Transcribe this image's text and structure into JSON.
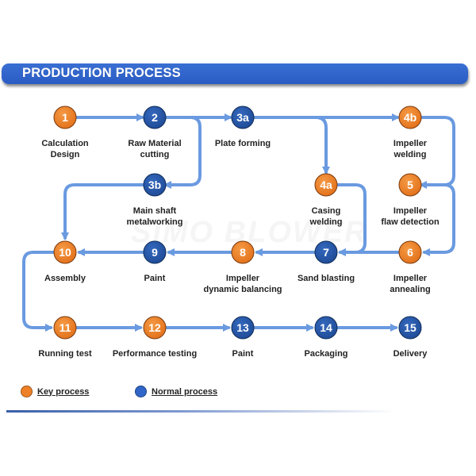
{
  "header": {
    "title": "PRODUCTION PROCESS"
  },
  "watermark": "SIMO BLOWER",
  "colors": {
    "key": "#ee8127",
    "normal": "#2a58a8",
    "arrow": "#6a9ae0",
    "header": "#2f62c9"
  },
  "nodes": {
    "n1": {
      "id": "1",
      "type": "key",
      "label_lines": [
        "Calculation",
        "Design"
      ]
    },
    "n2": {
      "id": "2",
      "type": "normal",
      "label_lines": [
        "Raw Material",
        "cutting"
      ]
    },
    "n3a": {
      "id": "3a",
      "type": "normal",
      "label_lines": [
        "Plate forming"
      ]
    },
    "n4b": {
      "id": "4b",
      "type": "key",
      "label_lines": [
        "Impeller",
        "welding"
      ]
    },
    "n3b": {
      "id": "3b",
      "type": "normal",
      "label_lines": [
        "Main shaft",
        "metalworking"
      ]
    },
    "n4a": {
      "id": "4a",
      "type": "key",
      "label_lines": [
        "Casing",
        "welding"
      ]
    },
    "n5": {
      "id": "5",
      "type": "key",
      "label_lines": [
        "Impeller",
        "flaw detection"
      ]
    },
    "n10": {
      "id": "10",
      "type": "key",
      "label_lines": [
        "Assembly"
      ]
    },
    "n9": {
      "id": "9",
      "type": "normal",
      "label_lines": [
        "Paint"
      ]
    },
    "n8": {
      "id": "8",
      "type": "key",
      "label_lines": [
        "Impeller",
        "dynamic balancing"
      ]
    },
    "n7": {
      "id": "7",
      "type": "normal",
      "label_lines": [
        "Sand blasting"
      ]
    },
    "n6": {
      "id": "6",
      "type": "key",
      "label_lines": [
        "Impeller",
        "annealing"
      ]
    },
    "n11": {
      "id": "11",
      "type": "key",
      "label_lines": [
        "Running test"
      ]
    },
    "n12": {
      "id": "12",
      "type": "key",
      "label_lines": [
        "Performance testing"
      ]
    },
    "n13": {
      "id": "13",
      "type": "normal",
      "label_lines": [
        "Paint"
      ]
    },
    "n14": {
      "id": "14",
      "type": "normal",
      "label_lines": [
        "Packaging"
      ]
    },
    "n15": {
      "id": "15",
      "type": "normal",
      "label_lines": [
        "Delivery"
      ]
    }
  },
  "edges": [
    [
      "n1",
      "n2"
    ],
    [
      "n2",
      "n3a"
    ],
    [
      "n2",
      "n3b"
    ],
    [
      "n3a",
      "n4b"
    ],
    [
      "n3a",
      "n4a"
    ],
    [
      "n4b",
      "n5"
    ],
    [
      "n5",
      "n6"
    ],
    [
      "n4a",
      "n7"
    ],
    [
      "n6",
      "n7"
    ],
    [
      "n7",
      "n8"
    ],
    [
      "n8",
      "n9"
    ],
    [
      "n9",
      "n10"
    ],
    [
      "n3b",
      "n10"
    ],
    [
      "n10",
      "n11"
    ],
    [
      "n11",
      "n12"
    ],
    [
      "n12",
      "n13"
    ],
    [
      "n13",
      "n14"
    ],
    [
      "n14",
      "n15"
    ]
  ],
  "legend": [
    {
      "type": "key",
      "label": "Key process"
    },
    {
      "type": "normal",
      "label": "Normal process"
    }
  ]
}
